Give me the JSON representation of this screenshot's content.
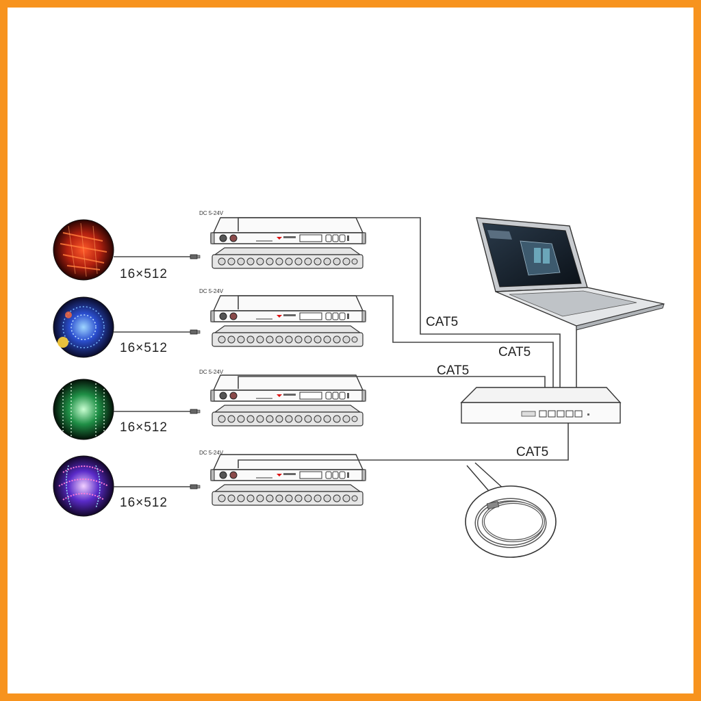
{
  "colors": {
    "border": "#f7931e",
    "background": "#ffffff",
    "line": "#444444"
  },
  "rows": [
    {
      "output_label": "16×512",
      "power_label": "DC 5-24V",
      "fixture_icon": "red-led-strip-image"
    },
    {
      "output_label": "16×512",
      "power_label": "DC 5-24V",
      "fixture_icon": "blue-led-dome-image"
    },
    {
      "output_label": "16×512",
      "power_label": "DC 5-24V",
      "fixture_icon": "green-led-panel-image"
    },
    {
      "output_label": "16×512",
      "power_label": "DC 5-24V",
      "fixture_icon": "purple-led-ball-image"
    }
  ],
  "links": [
    {
      "label": "CAT5"
    },
    {
      "label": "CAT5"
    },
    {
      "label": "CAT5"
    },
    {
      "label": "CAT5"
    }
  ],
  "devices": {
    "laptop_icon": "laptop-icon",
    "switch_icon": "network-switch-icon",
    "cable_icon": "cable-coil-icon"
  }
}
